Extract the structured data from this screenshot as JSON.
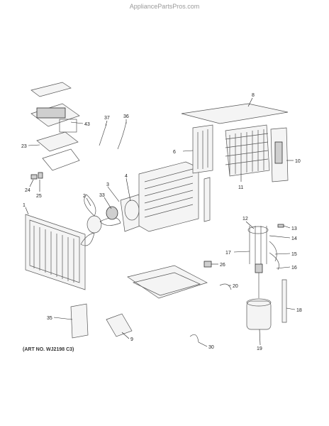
{
  "watermark": "AppliancePartsPros.com",
  "art_no": "(ART NO. WJ2198 C3)",
  "callouts": [
    "1",
    "2",
    "3",
    "4",
    "6",
    "8",
    "9",
    "10",
    "11",
    "12",
    "13",
    "14",
    "15",
    "16",
    "17",
    "18",
    "19",
    "20",
    "23",
    "24",
    "25",
    "26",
    "30",
    "33",
    "35",
    "36",
    "37",
    "43"
  ]
}
